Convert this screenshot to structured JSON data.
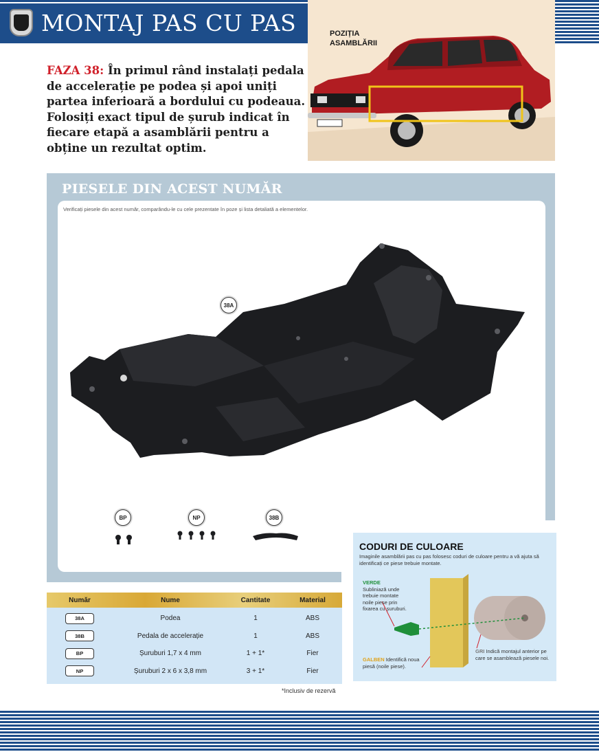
{
  "header": {
    "title": "MONTAJ PAS CU PAS"
  },
  "position": {
    "caption": "POZIȚIA ASAMBLĂRII"
  },
  "intro": {
    "step": "FAZA 38:",
    "text": " În primul rând instalați pedala de accelerație pe podea și apoi uniți partea inferioară a bordului cu podeaua. Folosiți exact tipul de șurub indicat în fiecare etapă a asamblării pentru a obține un rezultat optim."
  },
  "parts": {
    "heading": "PIESELE DIN ACEST NUMĂR",
    "note": "Verificați piesele din acest număr, comparându-le cu cele prezentate în poze și lista detaliată a elementelor.",
    "labels": {
      "floor": "38A",
      "bp": "BP",
      "np": "NP",
      "pedal": "38B"
    }
  },
  "color_codes": {
    "title": "CODURI DE CULOARE",
    "description": "Imaginile asamblării pas cu pas folosesc coduri de culoare pentru a vă ajuta să identificați ce piese trebuie montate.",
    "green": {
      "word": "VERDE",
      "text": "Subliniază unde trebuie montate noile piese prin fixarea cu șuruburi.",
      "color": "#1f8f3a"
    },
    "yellow": {
      "word": "GALBEN",
      "text": "Identifică noua piesă (noile piese).",
      "color": "#e0a21a"
    },
    "grey": {
      "word": "GRI",
      "text": "Indică montajul anterior pe care se asamblează piesele noi.",
      "color": "#777777"
    }
  },
  "table": {
    "headers": {
      "number": "Număr",
      "name": "Nume",
      "quantity": "Cantitate",
      "material": "Material"
    },
    "rows": [
      {
        "number": "38A",
        "name": "Podea",
        "quantity": "1",
        "material": "ABS"
      },
      {
        "number": "38B",
        "name": "Pedala de accelerație",
        "quantity": "1",
        "material": "ABS"
      },
      {
        "number": "BP",
        "name": "Șuruburi 1,7 x 4 mm",
        "quantity": "1 + 1*",
        "material": "Fier"
      },
      {
        "number": "NP",
        "name": "Șuruburi 2 x 6 x 3,8 mm",
        "quantity": "3 + 1*",
        "material": "Fier"
      }
    ],
    "footnote": "*Inclusiv de rezervă"
  },
  "colors": {
    "brand_blue": "#1d4d8a",
    "step_red": "#d0202a",
    "car_red": "#b11d22",
    "highlight_yellow": "#f0c419"
  }
}
